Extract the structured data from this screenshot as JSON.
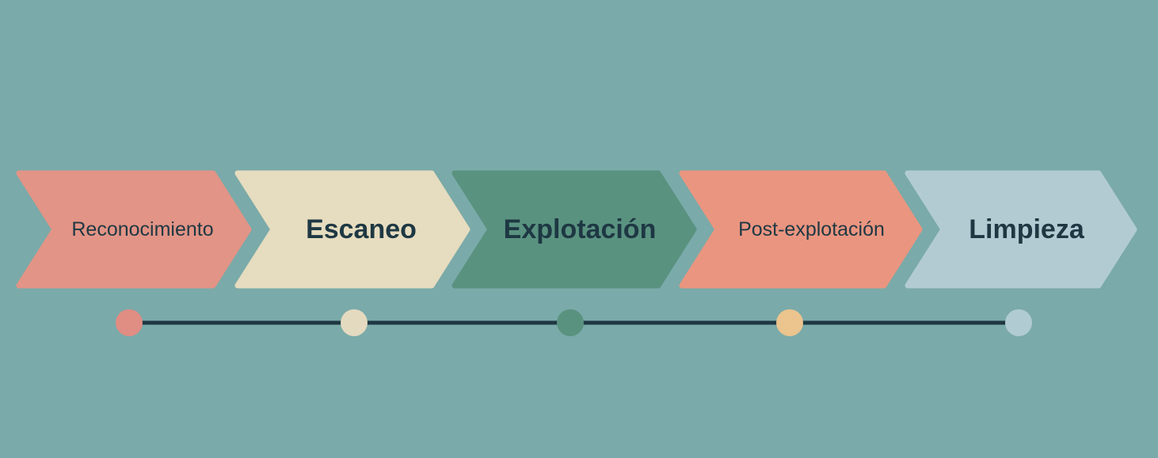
{
  "steps": [
    {
      "label": "Reconocimiento",
      "color": "#e29486",
      "dot_color": "#e08d83"
    },
    {
      "label": "Escaneo",
      "color": "#e6dcbf",
      "dot_color": "#e4dac0"
    },
    {
      "label": "Explotación",
      "color": "#5a9280",
      "dot_color": "#5a9280"
    },
    {
      "label": "Post-explotación",
      "color": "#ea9580",
      "dot_color": "#ebc48e"
    },
    {
      "label": "Limpieza",
      "color": "#b2cbd3",
      "dot_color": "#b1cbd3"
    }
  ],
  "timeline_color": "#1e3843"
}
